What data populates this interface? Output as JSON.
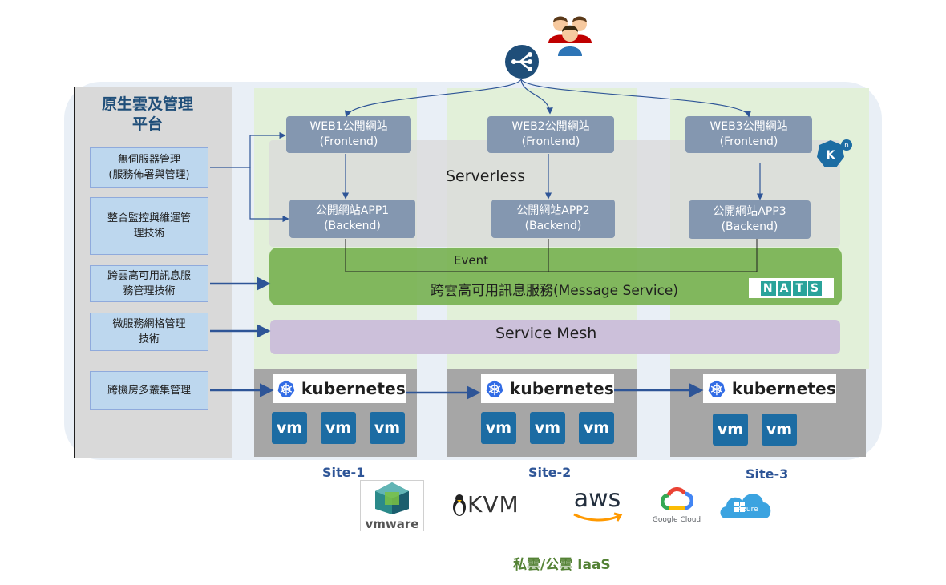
{
  "panel": {
    "title_line1": "原生雲及管理",
    "title_line2": "平台",
    "items": [
      {
        "line1": "無伺服器管理",
        "line2": "(服務佈署與管理)"
      },
      {
        "line1": "整合監控與維運管",
        "line2": "理技術"
      },
      {
        "line1": "跨雲高可用訊息服",
        "line2": "務管理技術"
      },
      {
        "line1": "微服務網格管理",
        "line2": "技術"
      },
      {
        "line1": "跨機房多叢集管理",
        "line2": ""
      }
    ]
  },
  "frontends": [
    {
      "name": "WEB1公開網站",
      "sub": "(Frontend)"
    },
    {
      "name": "WEB2公開網站",
      "sub": "(Frontend)"
    },
    {
      "name": "WEB3公開網站",
      "sub": "(Frontend)"
    }
  ],
  "backends": [
    {
      "name": "公開網站APP1",
      "sub": "(Backend)"
    },
    {
      "name": "公開網站APP2",
      "sub": "(Backend)"
    },
    {
      "name": "公開網站APP3",
      "sub": "(Backend)"
    }
  ],
  "serverless_label": "Serverless",
  "event_label": "Event",
  "message_label": "跨雲高可用訊息服務(Message Service)",
  "nats_letters": [
    "N",
    "A",
    "T",
    "S"
  ],
  "mesh_label": "Service Mesh",
  "kubernetes_label": "kubernetes",
  "vm_label": "vm",
  "sites": [
    "Site-1",
    "Site-2",
    "Site-3"
  ],
  "providers": {
    "vmware": "vmware",
    "kvm": "KVM",
    "aws": "aws",
    "google": "Google Cloud",
    "azure": "Azure"
  },
  "footer": "私雲/公雲 IaaS",
  "colors": {
    "node": "#8497b0",
    "panel_box": "#bdd7ee",
    "message_band": "#70ad47",
    "mesh_band": "#ccc0da",
    "arrow": "#2e5597",
    "site_label": "#2e5597",
    "footer": "#548235"
  },
  "icons": [
    "users-icon",
    "load-balancer-icon",
    "knative-icon",
    "nats-logo",
    "kubernetes-icon",
    "vm-icon",
    "vmware-logo",
    "kvm-logo",
    "aws-logo",
    "google-cloud-logo",
    "azure-logo"
  ]
}
